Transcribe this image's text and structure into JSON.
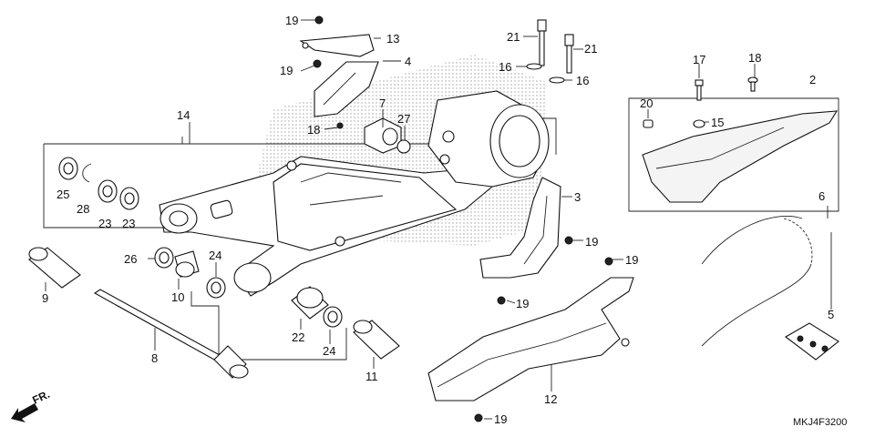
{
  "diagram": {
    "drawing_code": "MKJ4F3200",
    "front_indicator": "FR.",
    "callouts": [
      {
        "key": "c19a",
        "label": "19"
      },
      {
        "key": "c13",
        "label": "13"
      },
      {
        "key": "c19b",
        "label": "19"
      },
      {
        "key": "c4",
        "label": "4"
      },
      {
        "key": "c21a",
        "label": "21"
      },
      {
        "key": "c21b",
        "label": "21"
      },
      {
        "key": "c16a",
        "label": "16"
      },
      {
        "key": "c16b",
        "label": "16"
      },
      {
        "key": "c17",
        "label": "17"
      },
      {
        "key": "c18b",
        "label": "18"
      },
      {
        "key": "c2",
        "label": "2"
      },
      {
        "key": "c20",
        "label": "20"
      },
      {
        "key": "c15",
        "label": "15"
      },
      {
        "key": "c14",
        "label": "14"
      },
      {
        "key": "c7",
        "label": "7"
      },
      {
        "key": "c27",
        "label": "27"
      },
      {
        "key": "c18a",
        "label": "18"
      },
      {
        "key": "c25",
        "label": "25"
      },
      {
        "key": "c28",
        "label": "28"
      },
      {
        "key": "c23a",
        "label": "23"
      },
      {
        "key": "c23b",
        "label": "23"
      },
      {
        "key": "c3",
        "label": "3"
      },
      {
        "key": "c19c",
        "label": "19"
      },
      {
        "key": "c6",
        "label": "6"
      },
      {
        "key": "c26",
        "label": "26"
      },
      {
        "key": "c24a",
        "label": "24"
      },
      {
        "key": "c19d",
        "label": "19"
      },
      {
        "key": "c9",
        "label": "9"
      },
      {
        "key": "c10",
        "label": "10"
      },
      {
        "key": "c19e",
        "label": "19"
      },
      {
        "key": "c5",
        "label": "5"
      },
      {
        "key": "c8",
        "label": "8"
      },
      {
        "key": "c22",
        "label": "22"
      },
      {
        "key": "c24b",
        "label": "24"
      },
      {
        "key": "c11",
        "label": "11"
      },
      {
        "key": "c12",
        "label": "12"
      },
      {
        "key": "c19f",
        "label": "19"
      }
    ]
  }
}
